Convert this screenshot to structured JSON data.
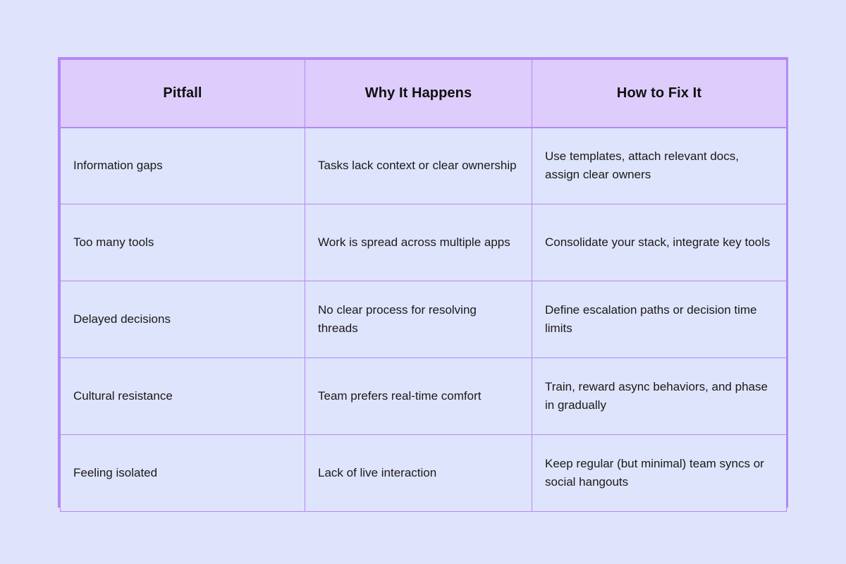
{
  "theme": {
    "page_background": "#dfe3fb",
    "table_border": "#b389f5",
    "header_background": "#ddccfc",
    "cell_background": "#dee4fb",
    "header_text_color": "#11100f",
    "body_text_color": "#1b1a19"
  },
  "table": {
    "headers": [
      "Pitfall",
      "Why It Happens",
      "How to Fix It"
    ],
    "rows": [
      {
        "pitfall": "Information gaps",
        "why": "Tasks lack context or clear ownership",
        "fix": "Use templates, attach relevant docs, assign clear owners"
      },
      {
        "pitfall": "Too many tools",
        "why": "Work is spread across multiple apps",
        "fix": "Consolidate your stack, integrate key tools"
      },
      {
        "pitfall": "Delayed decisions",
        "why": "No clear process for resolving threads",
        "fix": "Define escalation paths or decision time limits"
      },
      {
        "pitfall": "Cultural resistance",
        "why": "Team prefers real-time comfort",
        "fix": "Train, reward async behaviors, and phase in gradually"
      },
      {
        "pitfall": "Feeling isolated",
        "why": "Lack of live interaction",
        "fix": "Keep regular (but minimal) team syncs or social hangouts"
      }
    ]
  }
}
